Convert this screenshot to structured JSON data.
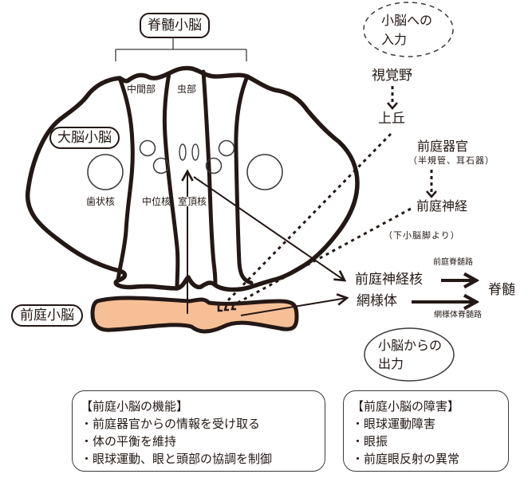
{
  "title": "脊髄小脳",
  "regions": {
    "cerebrocerebellum": "大脳小脳",
    "vestibulocerebellum": "前庭小脳",
    "intermediate": "中間部",
    "vermis": "虫部"
  },
  "nuclei": {
    "dentate": "歯状核",
    "interposed": "中位核",
    "fastigial": "室頂核"
  },
  "input": {
    "heading": [
      "小脳への",
      "入力"
    ],
    "visual_cortex": "視覚野",
    "superior_colliculus": "上丘",
    "vestibular_organ": "前庭器官",
    "vestibular_organ_detail": "（半規管、耳石器）",
    "vestibular_nerve": "前庭神経",
    "via": "（下小脳脚より）"
  },
  "output": {
    "heading": [
      "小脳からの",
      "出力"
    ],
    "vestibular_nuclei": "前庭神経核",
    "reticular_formation": "網様体",
    "vestibulospinal": "前庭脊髄路",
    "reticulospinal": "網様体脊髄路",
    "spinal_cord": "脊髄"
  },
  "function_box": {
    "title": "【前庭小脳の機能】",
    "items": [
      "・前庭器官からの情報を受け取る",
      "・体の平衡を維持",
      "・眼球運動、眼と頭部の協調を制御"
    ]
  },
  "disorder_box": {
    "title": "【前庭小脳の障害】",
    "items": [
      "・眼球運動障害",
      "・眼振",
      "・前庭眼反射の異常"
    ]
  },
  "colors": {
    "vestibulocerebellum_fill": "#f7bf96",
    "line": "#231815"
  }
}
